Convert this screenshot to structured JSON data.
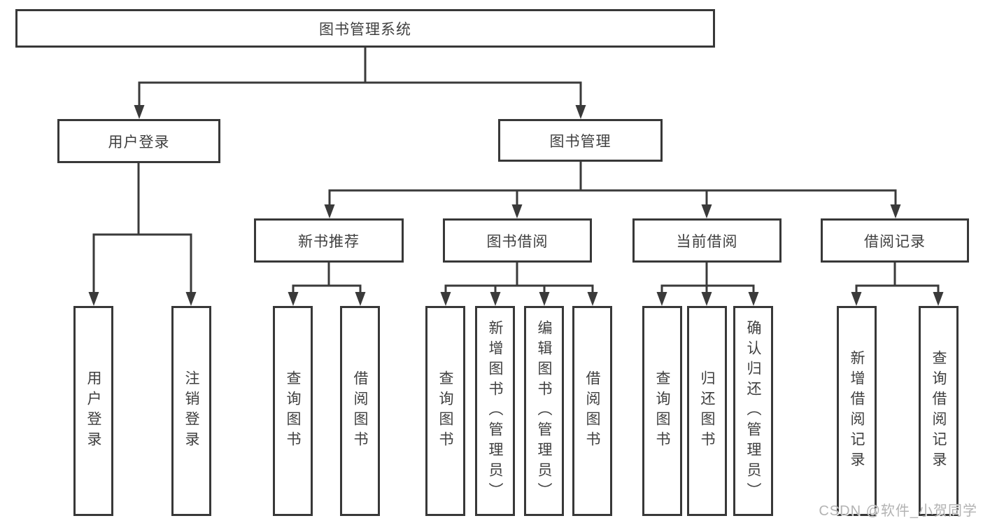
{
  "tree": {
    "label": "图书管理系统",
    "children": [
      {
        "label": "用户登录",
        "children": [
          {
            "label": "用户登录"
          },
          {
            "label": "注销登录"
          }
        ]
      },
      {
        "label": "图书管理",
        "children": [
          {
            "label": "新书推荐",
            "children": [
              {
                "label": "查询图书"
              },
              {
                "label": "借阅图书"
              }
            ]
          },
          {
            "label": "图书借阅",
            "children": [
              {
                "label": "查询图书"
              },
              {
                "label": "新增图书（管理员）"
              },
              {
                "label": "编辑图书（管理员）"
              },
              {
                "label": "借阅图书"
              }
            ]
          },
          {
            "label": "当前借阅",
            "children": [
              {
                "label": "查询图书"
              },
              {
                "label": "归还图书"
              },
              {
                "label": "确认归还（管理员）"
              }
            ]
          },
          {
            "label": "借阅记录",
            "children": [
              {
                "label": "新增借阅记录"
              },
              {
                "label": "查询借阅记录"
              }
            ]
          }
        ]
      }
    ]
  },
  "watermark": "CSDN @软件_小贺同学",
  "colors": {
    "line": "#3a3a3a",
    "border": "#383838",
    "text": "#3f3f3f",
    "watermark": "#b3b3b3",
    "background": "#ffffff"
  }
}
